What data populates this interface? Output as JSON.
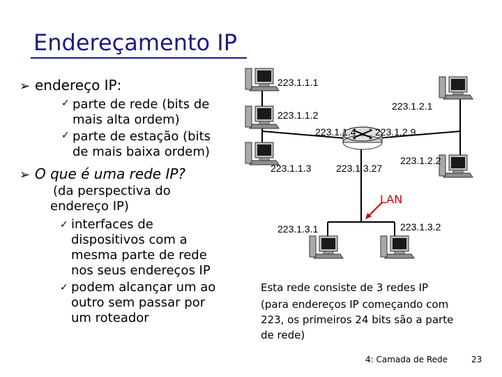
{
  "title": "Endereçamento IP",
  "left": {
    "bullet1": "endereço IP:",
    "sub1a_line1": "parte de rede (bits de",
    "sub1a_line2": "mais alta ordem)",
    "sub1b_line1": "parte de estação (bits",
    "sub1b_line2": "de mais baixa ordem)",
    "bullet2": "O que é uma rede IP?",
    "para_line1": "(da perspectiva do",
    "para_line2": "endereço IP)",
    "sub2a_line1": "interfaces de",
    "sub2a_line2": "dispositivos com a",
    "sub2a_line3": "mesma parte de rede",
    "sub2a_line4": "nos seus endereços IP",
    "sub2b_line1": "podem alcançar um ao",
    "sub2b_line2": "outro sem passar por",
    "sub2b_line3": "um roteador"
  },
  "diagram": {
    "ip_1_1_1": "223.1.1.1",
    "ip_1_1_2": "223.1.1.2",
    "ip_1_1_4": "223.1.1.4",
    "ip_1_1_3": "223.1.1.3",
    "ip_1_2_1": "223.1.2.1",
    "ip_1_2_9": "223.1.2.9",
    "ip_1_2_2": "223.1.2.2",
    "ip_1_3_27": "223.1.3.27",
    "ip_1_3_1": "223.1.3.1",
    "ip_1_3_2": "223.1.3.2",
    "lan_label": "LAN"
  },
  "note": {
    "line1": "Esta rede consiste de 3 redes IP",
    "line2": "(para endereços IP começando com",
    "line3": "223, os primeiros 24 bits são a parte",
    "line4": "de rede)"
  },
  "footer": {
    "chapter": "4: Camada de Rede",
    "page": "23"
  }
}
